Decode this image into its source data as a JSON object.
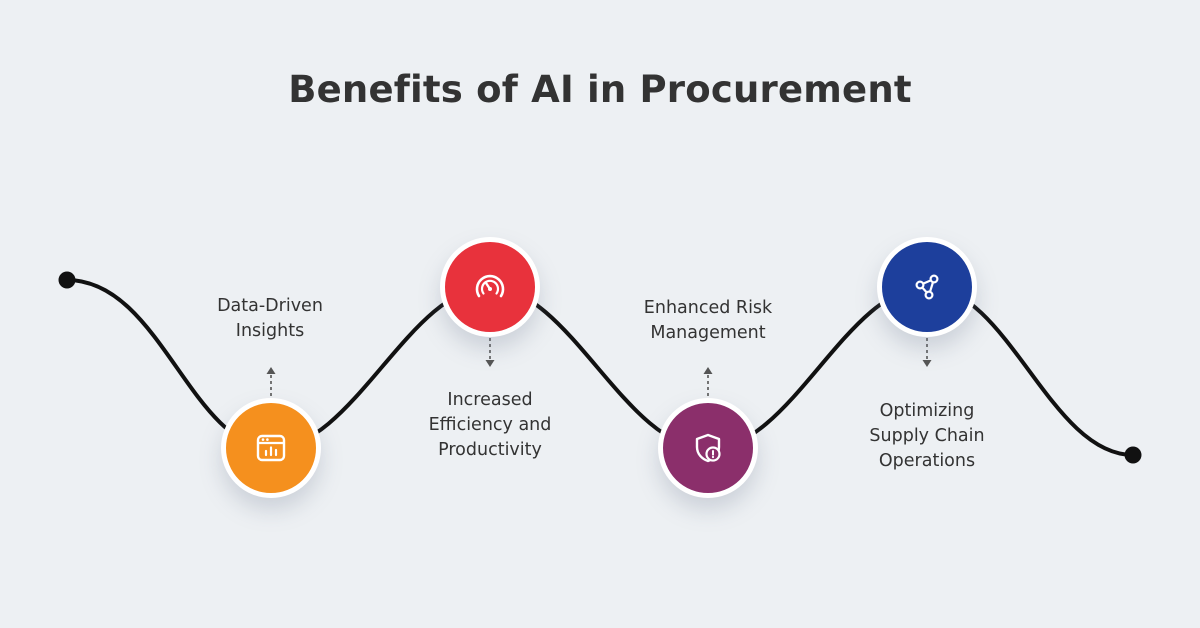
{
  "title": "Benefits of AI in Procurement",
  "colors": {
    "background": "#edf0f3",
    "line": "#111111",
    "connector": "#555555"
  },
  "benefits": [
    {
      "lines": [
        "Data-Driven",
        "Insights"
      ],
      "color": "#f5901e",
      "icon": "dashboard-chart-icon"
    },
    {
      "lines": [
        "Increased",
        "Efficiency and",
        "Productivity"
      ],
      "color": "#e8323c",
      "icon": "speedometer-icon"
    },
    {
      "lines": [
        "Enhanced Risk",
        "Management"
      ],
      "color": "#8b2f6b",
      "icon": "shield-alert-icon"
    },
    {
      "lines": [
        "Optimizing",
        "Supply Chain",
        "Operations"
      ],
      "color": "#1d3f9c",
      "icon": "network-nodes-icon"
    }
  ]
}
